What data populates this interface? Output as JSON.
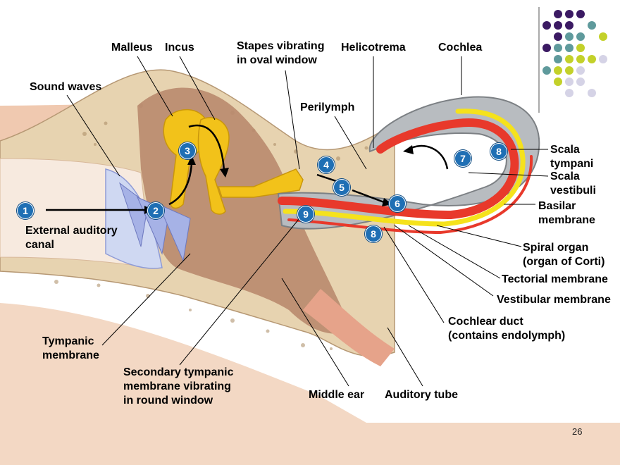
{
  "labels": {
    "malleus": "Malleus",
    "incus": "Incus",
    "stapes": "Stapes vibrating\nin oval window",
    "helicotrema": "Helicotrema",
    "cochlea": "Cochlea",
    "sound_waves": "Sound waves",
    "perilymph": "Perilymph",
    "scala_tympani": "Scala\ntympani",
    "scala_vestibuli": "Scala\nvestibuli",
    "basilar": "Basilar\nmembrane",
    "spiral_organ": "Spiral organ\n(organ of Corti)",
    "tectorial": "Tectorial membrane",
    "vestibular": "Vestibular membrane",
    "cochlear_duct": "Cochlear duct\n(contains endolymph)",
    "ext_canal": "External auditory\ncanal",
    "tympanic": "Tympanic\nmembrane",
    "secondary": "Secondary tympanic\nmembrane vibrating\nin round window",
    "middle_ear": "Middle ear",
    "auditory_tube": "Auditory tube"
  },
  "steps": {
    "s1": "1",
    "s2": "2",
    "s3": "3",
    "s4": "4",
    "s5": "5",
    "s6": "6",
    "s7": "7",
    "s8a": "8",
    "s8b": "8",
    "s9": "9"
  },
  "page_number": "26",
  "colors": {
    "bone": "#e7d3b0",
    "middle_ear": "#b98a6e",
    "ossicle": "#f2c21a",
    "cochlea_gray": "#b8bcc0",
    "scala_vestibuli": "#e8392b",
    "cochlear_duct": "#f5e21c",
    "step_badge": "#1f6fb4",
    "dot_purple": "#3b1a63",
    "dot_teal": "#5f9a9c",
    "dot_lime": "#c3d12a",
    "dot_lavender": "#d5d3e6"
  }
}
